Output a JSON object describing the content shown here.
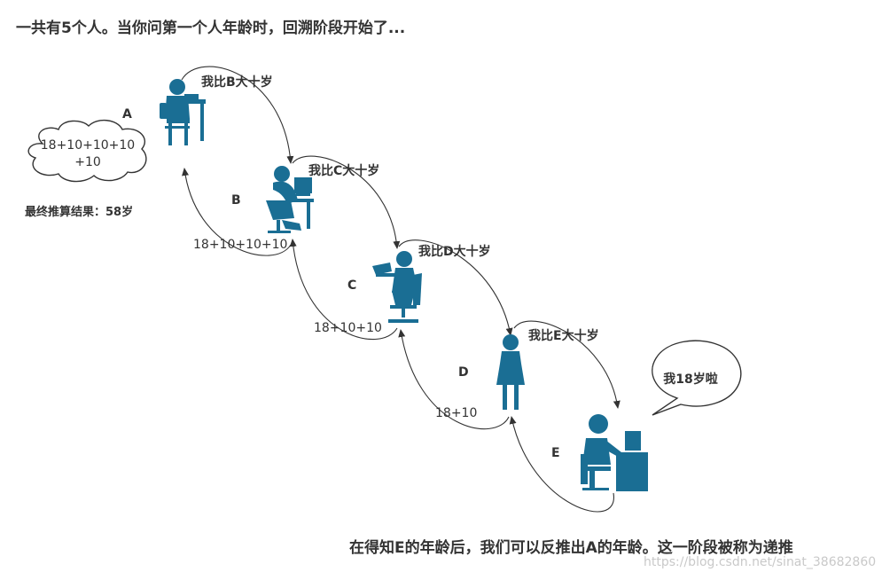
{
  "title": "一共有5个人。当你问第一个人年龄时，回溯阶段开始了...",
  "footer": "在得知E的年龄后，我们可以反推出A的年龄。这一阶段被称为递推",
  "watermark": "https://blog.csdn.net/sinat_38682860",
  "cloud_text_line1": "18+10+10+10",
  "cloud_text_line2": "+10",
  "result_text": "最终推算结果：58岁",
  "speech_bubble_text": "我18岁啦",
  "nodes": [
    {
      "letter": "A",
      "icon": "person-at-computer-icon"
    },
    {
      "letter": "B",
      "icon": "person-sitting-at-computer-icon"
    },
    {
      "letter": "C",
      "icon": "person-with-laptop-icon"
    },
    {
      "letter": "D",
      "icon": "woman-standing-icon"
    },
    {
      "letter": "E",
      "icon": "person-at-desk-icon"
    }
  ],
  "backtrack_labels": [
    "我比B大十岁",
    "我比C大十岁",
    "我比D大十岁",
    "我比E大十岁"
  ],
  "recursion_labels": [
    "18+10+10+10",
    "18+10+10",
    "18+10"
  ],
  "colors": {
    "figure": "#1a6e94",
    "arrow": "#333333",
    "text": "#333333"
  }
}
